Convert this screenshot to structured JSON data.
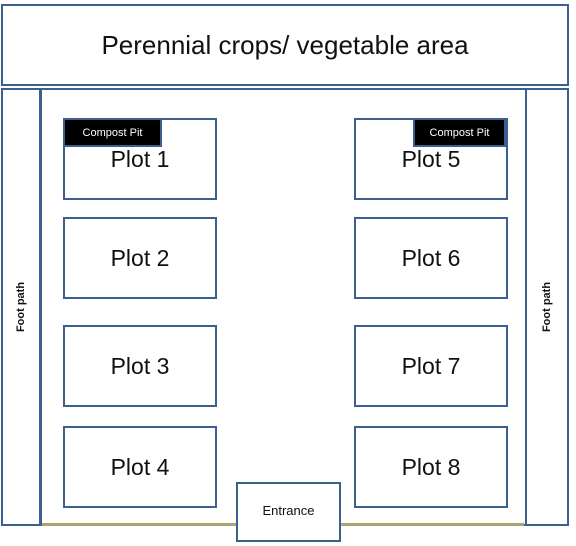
{
  "header": {
    "title": "Perennial crops/ vegetable area"
  },
  "footpaths": {
    "left_label": "Foot path",
    "right_label": "Foot path"
  },
  "plots": [
    {
      "label": "Plot 1"
    },
    {
      "label": "Plot 2"
    },
    {
      "label": "Plot 3"
    },
    {
      "label": "Plot 4"
    },
    {
      "label": "Plot 5"
    },
    {
      "label": "Plot 6"
    },
    {
      "label": "Plot 7"
    },
    {
      "label": "Plot 8"
    }
  ],
  "compost_pits": [
    {
      "label": "Compost Pit"
    },
    {
      "label": "Compost Pit"
    }
  ],
  "entrance": {
    "label": "Entrance"
  },
  "colors": {
    "outline": "#3c5f8f",
    "ground_line": "#a8a673",
    "compost_fill": "#000000"
  }
}
